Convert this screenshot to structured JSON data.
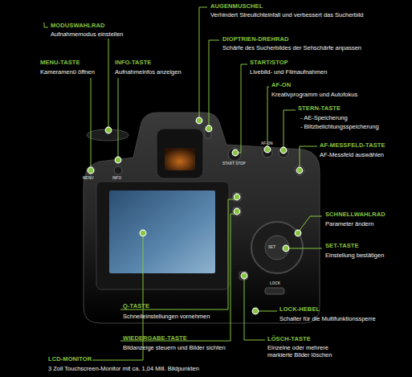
{
  "diagram": {
    "labels": [
      "AUGENMUSCHEL",
      "Verhindert Streulichteinfall und verbessert das Sucherbild",
      "MODUSWAHLRAD",
      "Aufnahmemodus einstellen",
      "DIOPTRIEN-DREHRAD",
      "Schärfe des Sucherbildes der Sehschärfe anpassen",
      "MENU-TASTE",
      "Kameramenü öffnen",
      "INFO-TASTE",
      "Aufnahmeinfos anzeigen",
      "START/STOP",
      "Livebild- und Filmaufnahmen",
      "AF-ON",
      "Kreativprogramm und Autofokus",
      "STERN-TASTE",
      "- AE-Speicherung",
      "- Blitzbelichtungsspeicherung",
      "AF-MESSFELD-TASTE",
      "AF-Messfeld auswählen",
      "SCHNELLWAHLRAD",
      "Parameter ändern",
      "SET-TASTE",
      "Einstellung bestätigen",
      "Q-TASTE",
      "Schnelleinstellungen vornehmen",
      "LOCK-HEBEL",
      "Schalter für die Multifunktionssperre",
      "WIEDERGABE-TASTE",
      "Bildanzeige steuern und Bilder sichten",
      "LÖSCH-TASTE",
      "Einzelne oder mehrere markierte Bilder löschen",
      "LCD-MONITOR",
      "3 Zoll Touchscreen-Monitor mit ca. 1,04 Mill. Bildpunkten",
      "MENU",
      "INFO",
      "START STOP",
      "AF-ON",
      "SET",
      "LOCK"
    ]
  }
}
